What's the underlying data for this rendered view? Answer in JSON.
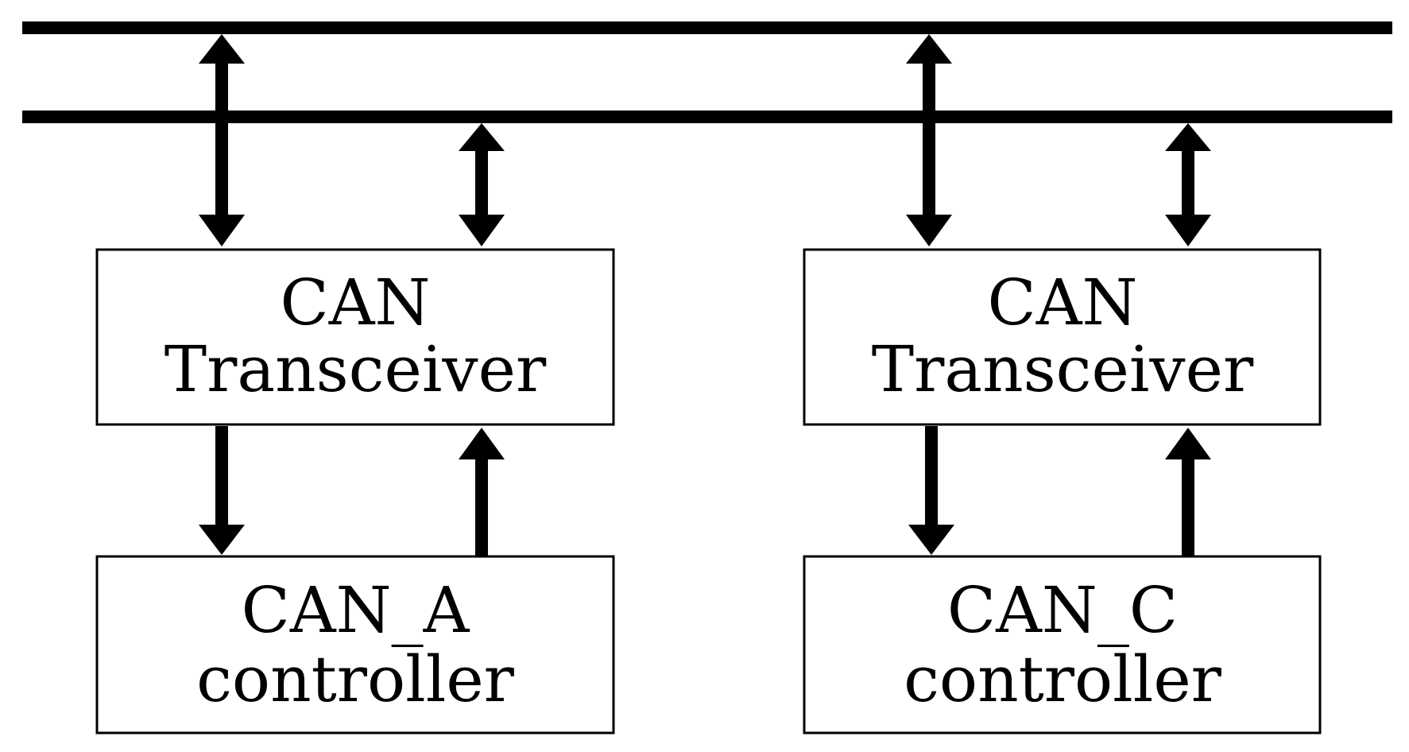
{
  "colors": {
    "ink": "#000000",
    "background": "#ffffff",
    "box_fill": "#ffffff"
  },
  "nodes": {
    "left_transceiver": {
      "line1": "CAN",
      "line2": "Transceiver"
    },
    "right_transceiver": {
      "line1": "CAN",
      "line2": "Transceiver"
    },
    "left_controller": {
      "line1": "CAN_A",
      "line2": "controller"
    },
    "right_controller": {
      "line1": "CAN_C",
      "line2": "controller"
    }
  }
}
